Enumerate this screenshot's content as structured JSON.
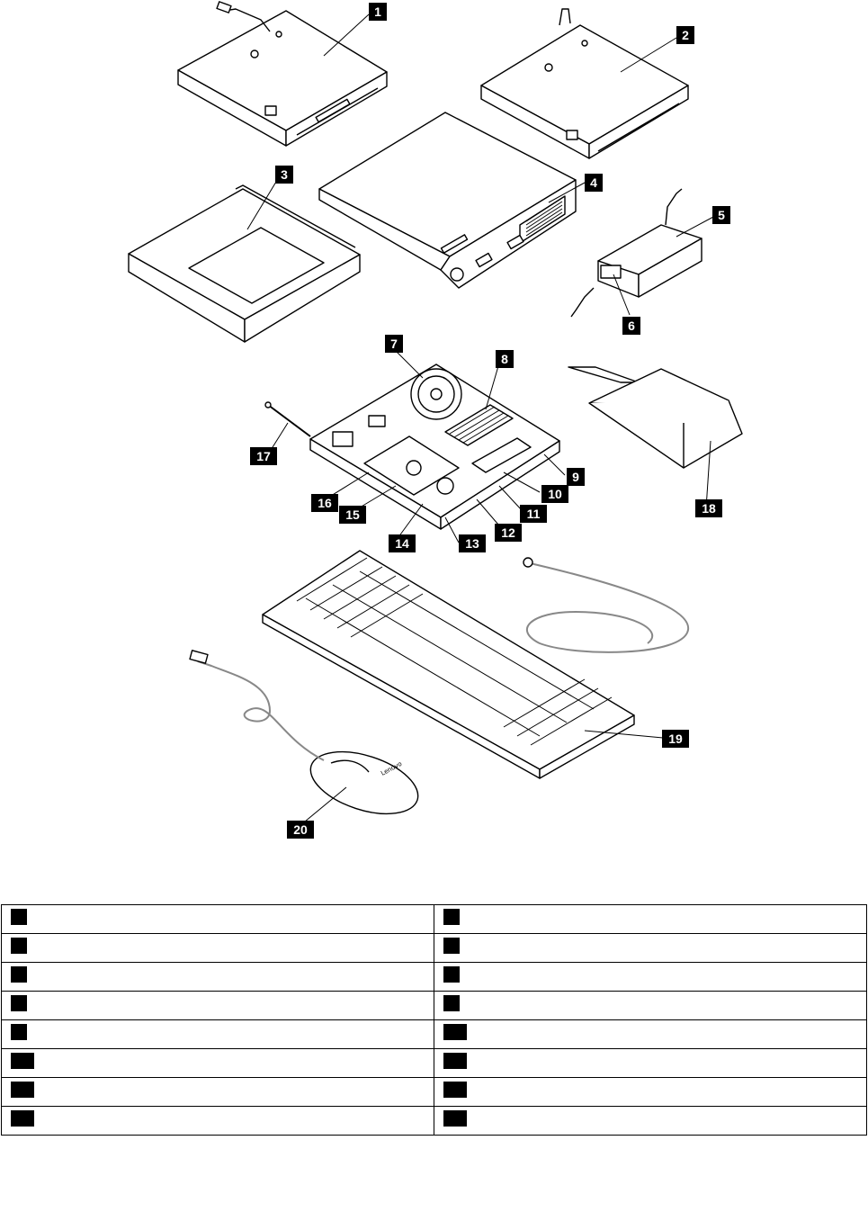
{
  "diagram": {
    "callouts": [
      "1",
      "2",
      "3",
      "4",
      "5",
      "6",
      "7",
      "8",
      "9",
      "10",
      "11",
      "12",
      "13",
      "14",
      "15",
      "16",
      "17",
      "18",
      "19",
      "20"
    ],
    "logo_text": "Lenovo"
  },
  "legend": {
    "rows": [
      [
        "",
        ""
      ],
      [
        "",
        ""
      ],
      [
        "",
        ""
      ],
      [
        "",
        ""
      ],
      [
        "",
        ""
      ],
      [
        "",
        ""
      ],
      [
        "",
        ""
      ],
      [
        "",
        ""
      ]
    ]
  }
}
